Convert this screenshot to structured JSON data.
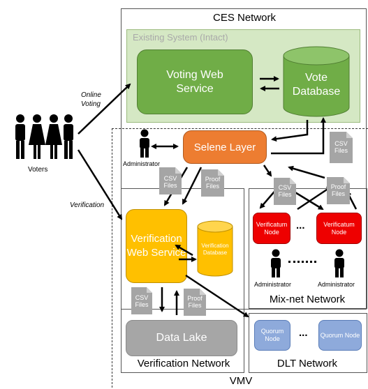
{
  "networks": {
    "ces": "CES Network",
    "existing_system": "Existing System (Intact)",
    "mixnet": "Mix-net Network",
    "verification": "Verification Network",
    "dlt": "DLT Network",
    "vmv": "VMV"
  },
  "components": {
    "voting_web_service": "Voting Web Service",
    "vote_database": "Vote Database",
    "selene_layer": "Selene Layer",
    "verification_web_service": "Verification Web Service",
    "verification_database": "Verification Database",
    "data_lake": "Data Lake",
    "verificatum_node_1": "Verificatum Node",
    "verificatum_node_2": "Verificatum Node",
    "quorum_node_1": "Quorum Node",
    "quorum_node_2": "Quorum Node",
    "ellipsis": "..."
  },
  "actors": {
    "voters": "Voters",
    "administrator": "Administrator"
  },
  "flows": {
    "online_voting": "Online Voting",
    "verification": "Verification"
  },
  "files": {
    "csv": "CSV Files",
    "proof": "Proof Files"
  },
  "colors": {
    "existing_system_bg": "#d5e8c4",
    "voting_green": "#70ad47",
    "selene_orange": "#ed7d31",
    "verificatum_red": "#ee0000",
    "verification_yellow": "#ffc000",
    "data_lake_gray": "#a6a6a6",
    "quorum_blue": "#8eaadb",
    "file_gray": "#a5a5a5"
  }
}
